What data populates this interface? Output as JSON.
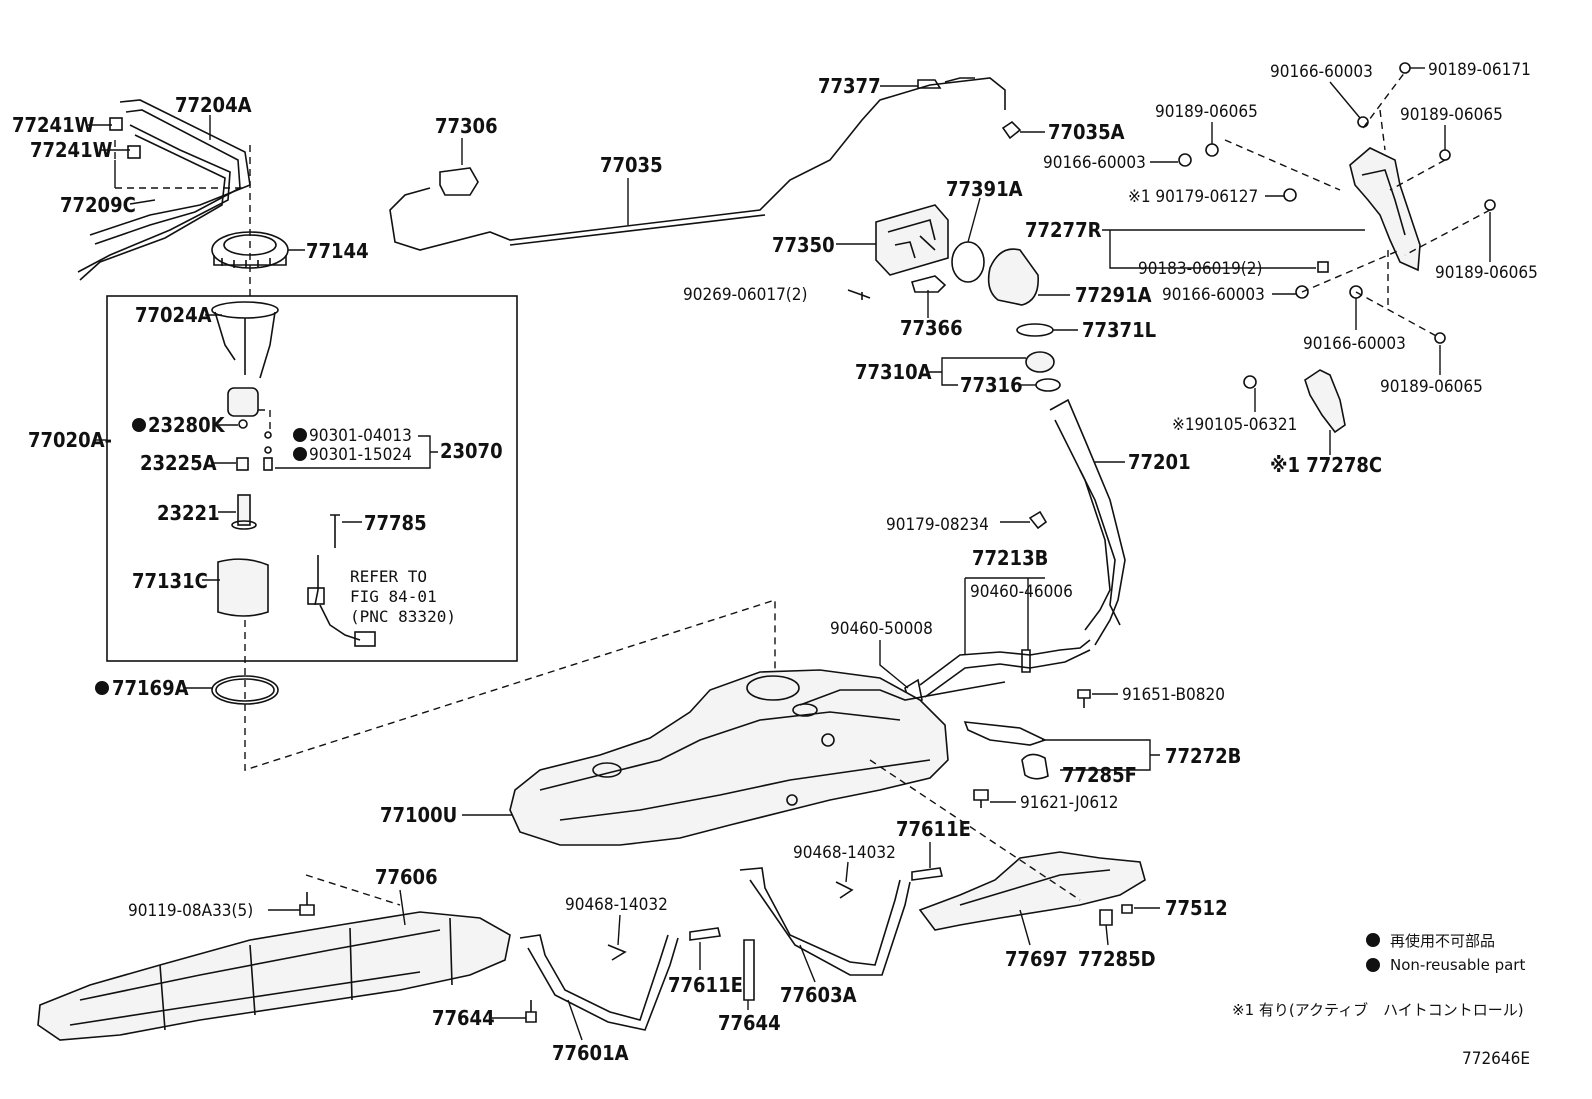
{
  "labels": {
    "p77241W_a": "77241W",
    "p77241W_b": "77241W",
    "p77204A": "77204A",
    "p77209C": "77209C",
    "p77144": "77144",
    "p77024A": "77024A",
    "p77020A": "77020A-",
    "p23280K": "23280K",
    "p23225A": "23225A",
    "p23221": "23221",
    "p77131C": "77131C",
    "p90301_04013": "90301-04013",
    "p90301_15024": "90301-15024",
    "p23070": "23070",
    "p77785": "77785",
    "ref_line1": "REFER TO",
    "ref_line2": "FIG 84-01",
    "ref_line3": "(PNC 83320)",
    "p77169A": "77169A",
    "p77306": "77306",
    "p77035": "77035",
    "p77377": "77377",
    "p77035A": "77035A",
    "p77391A": "77391A",
    "p77350": "77350",
    "p90269_06017": "90269-06017(2)",
    "p77366": "77366",
    "p77291A": "77291A",
    "p77371L": "77371L",
    "p77310A": "77310A",
    "p77316": "77316",
    "p77201": "77201",
    "p90179_08234": "90179-08234",
    "p77213B": "77213B",
    "p90460_46006": "90460-46006",
    "p90460_50008": "90460-50008",
    "p91651_B0820": "91651-B0820",
    "p77272B": "77272B",
    "p77285F": "77285F",
    "p91621_J0612": "91621-J0612",
    "p77100U": "77100U",
    "p77611E_a": "77611E",
    "p90468_14032_a": "90468-14032",
    "p90468_14032_b": "90468-14032",
    "p77611E_b": "77611E",
    "p77606": "77606",
    "p90119_08A33": "90119-08A33(5)",
    "p77644_a": "77644",
    "p77644_b": "77644",
    "p77601A": "77601A",
    "p77603A": "77603A",
    "p77697": "77697",
    "p77285D": "77285D",
    "p77512": "77512",
    "p90166_60003_a": "90166-60003",
    "p90189_06171": "90189-06171",
    "p90189_06065_a": "90189-06065",
    "p90189_06065_b": "90189-06065",
    "p90166_60003_b": "90166-60003",
    "p90179_06127": "※1 90179-06127",
    "p77277R": "77277R",
    "p90183_06019": "90183-06019(2)",
    "p90189_06065_c": "90189-06065",
    "p90166_60003_c": "90166-60003",
    "p90166_60003_d": "90166-60003",
    "p90189_06065_d": "90189-06065",
    "p90105_06321": "※190105-06321",
    "p77278C": "※1 77278C"
  },
  "legend": {
    "non_reusable_jp": "再使用不可部品",
    "non_reusable_en": "Non-reusable part",
    "footnote": "※1 有り(アクティブ　ハイトコントロール)"
  },
  "figure_code": "772646E",
  "colors": {
    "ink": "#111111",
    "background": "#ffffff"
  }
}
